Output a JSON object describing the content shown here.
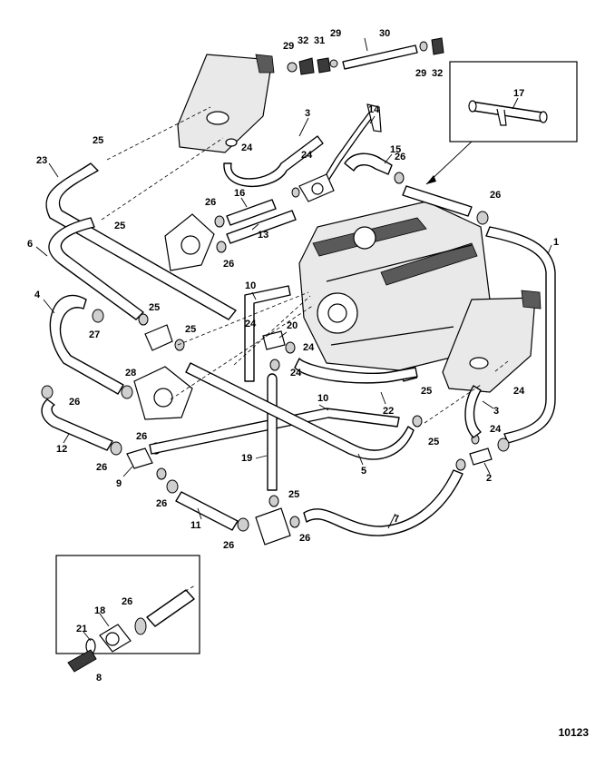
{
  "figure_id": "10123",
  "callouts": {
    "c1": "1",
    "c2": "2",
    "c3a": "3",
    "c3b": "3",
    "c5": "5",
    "c6": "6",
    "c7": "7",
    "c8": "8",
    "c9": "9",
    "c10a": "10",
    "c10b": "10",
    "c11": "11",
    "c12": "12",
    "c13": "13",
    "c14": "14",
    "c15": "15",
    "c16": "16",
    "c17": "17",
    "c18": "18",
    "c19": "19",
    "c20": "20",
    "c21": "21",
    "c22": "22",
    "c23": "23",
    "c4": "4",
    "c24a": "24",
    "c24b": "24",
    "c24c": "24",
    "c24d": "24",
    "c24e": "24",
    "c24f": "24",
    "c24g": "24",
    "c25a": "25",
    "c25b": "25",
    "c25c": "25",
    "c25d": "25",
    "c25e": "25",
    "c25f": "25",
    "c25g": "25",
    "c26a": "26",
    "c26b": "26",
    "c26c": "26",
    "c26d": "26",
    "c26e": "26",
    "c26f": "26",
    "c26g": "26",
    "c26h": "26",
    "c26i": "26",
    "c26j": "26",
    "c26k": "26",
    "c27": "27",
    "c28": "28",
    "c29a": "29",
    "c29b": "29",
    "c29c": "29",
    "c30": "30",
    "c31": "31",
    "c32a": "32",
    "c32b": "32"
  }
}
